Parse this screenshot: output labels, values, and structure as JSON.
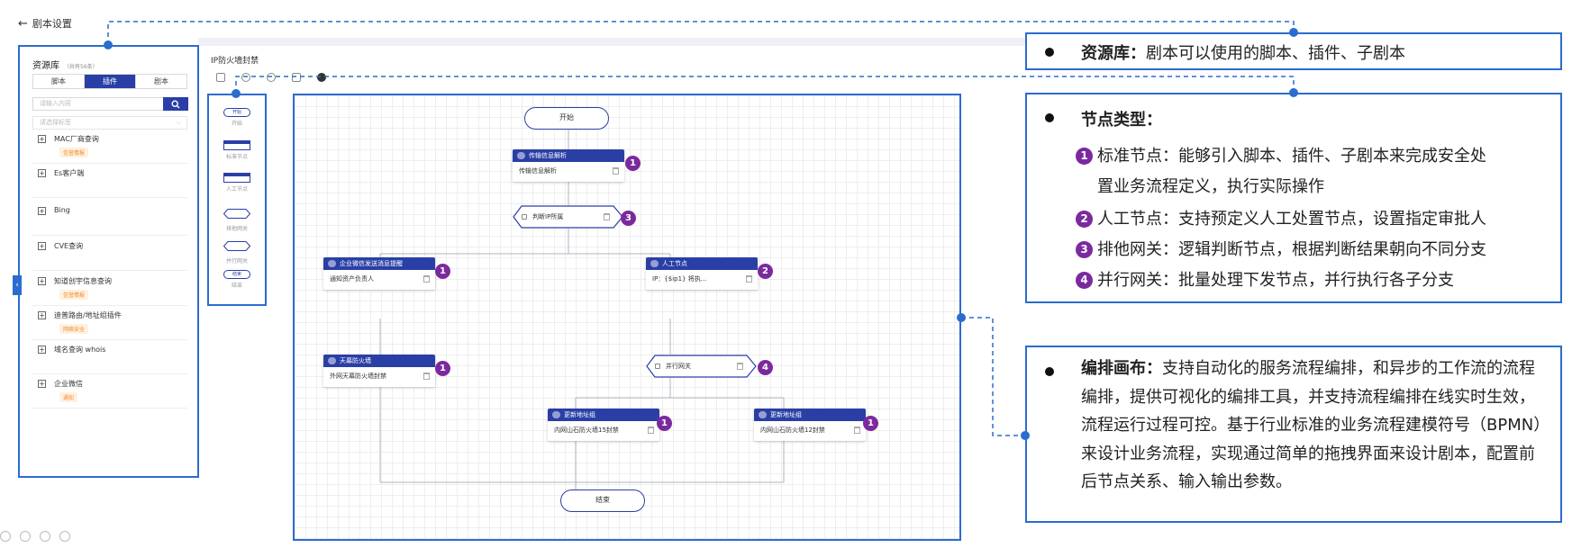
{
  "header": {
    "back_arrow": "←",
    "title": "剧本设置"
  },
  "canvas_title": "IP防火墙封禁",
  "resource_panel": {
    "title": "资源库",
    "count": "（共有56条）",
    "tabs": [
      {
        "label": "脚本",
        "active": false
      },
      {
        "label": "插件",
        "active": true
      },
      {
        "label": "剧本",
        "active": false
      }
    ],
    "search_placeholder": "请输入内容",
    "tag_placeholder": "请选择标签",
    "items": [
      {
        "name": "MAC厂商查询",
        "tag": "信誉情报"
      },
      {
        "name": "Es客户端",
        "tag": ""
      },
      {
        "name": "Bing",
        "tag": ""
      },
      {
        "name": "CVE查询",
        "tag": ""
      },
      {
        "name": "知道创宇信息查询",
        "tag": "信誉情报"
      },
      {
        "name": "迪普路由/地址组插件",
        "tag": "网络安全"
      },
      {
        "name": "域名查询 whois",
        "tag": ""
      },
      {
        "name": "企业微信",
        "tag": "通知"
      }
    ]
  },
  "node_palette": [
    {
      "shape_label": "开始",
      "label": "开始"
    },
    {
      "shape_label": "",
      "label": "标准节点"
    },
    {
      "shape_label": "",
      "label": "人工节点"
    },
    {
      "shape_label": "",
      "label": "排他网关"
    },
    {
      "shape_label": "",
      "label": "并行网关"
    },
    {
      "shape_label": "结束",
      "label": "结束"
    }
  ],
  "flow": {
    "start": "开始",
    "end": "结束",
    "nodes": {
      "n1": {
        "title": "传输信息解析",
        "body": "传输信息解析",
        "badge": "1"
      },
      "n2": {
        "label": "判断IP所属",
        "badge": "3"
      },
      "n3": {
        "title": "企业微信发送消息提醒",
        "body": "通知资产负责人",
        "badge": "1"
      },
      "n4": {
        "title": "人工节点",
        "body": "IP：{$ip1} 将执...",
        "badge": "2"
      },
      "n5": {
        "title": "天幕防火墙",
        "body": "外网天幕防火墙封禁",
        "badge": "1"
      },
      "n6": {
        "label": "并行网关",
        "badge": "4"
      },
      "n7": {
        "title": "更新地址组",
        "body": "内网山石防火墙15封禁",
        "badge": "1"
      },
      "n8": {
        "title": "更新地址组",
        "body": "内网山石防火墙12封禁",
        "badge": "1"
      }
    }
  },
  "info": {
    "resource": {
      "head": "资源库：",
      "text": "剧本可以使用的脚本、插件、子剧本"
    },
    "nodes": {
      "head": "节点类型：",
      "rows": [
        {
          "num": "1",
          "text": "标准节点：能够引入脚本、插件、子剧本来完成安全处"
        },
        {
          "num": "",
          "text": "置业务流程定义，执行实际操作"
        },
        {
          "num": "2",
          "text": "人工节点：支持预定义人工处置节点，设置指定审批人"
        },
        {
          "num": "3",
          "text": "排他网关：逻辑判断节点，根据判断结果朝向不同分支"
        },
        {
          "num": "4",
          "text": "并行网关：批量处理下发节点，并行执行各子分支"
        }
      ]
    },
    "canvas": {
      "head": "编排画布：",
      "text": "支持自动化的服务流程编排，和异步的工作流的流程编排，提供可视化的编排工具，并支持流程编排在线实时生效，流程运行过程可控。基于行业标准的业务流程建模符号（BPMN）来设计业务流程，实现通过简单的拖拽界面来设计剧本，配置前后节点关系、输入输出参数。"
    }
  },
  "colors": {
    "accent": "#2b6ccf",
    "node_header": "#2a3fa6",
    "badge": "#7b2a9e",
    "tag_orange": "#f08b2c"
  }
}
